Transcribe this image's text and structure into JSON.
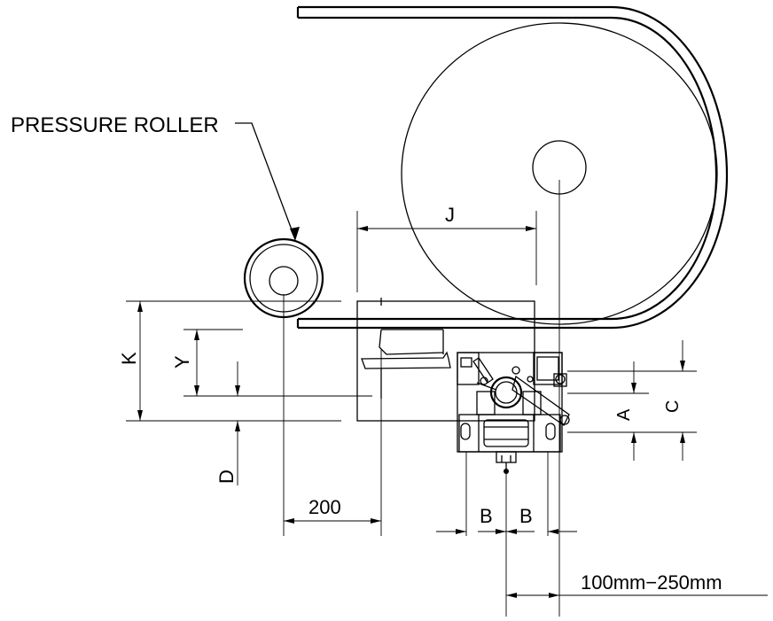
{
  "labels": {
    "pressure_roller": "PRESSURE ROLLER",
    "J": "J",
    "K": "K",
    "Y": "Y",
    "D": "D",
    "A": "A",
    "C": "C",
    "B_left": "B",
    "B_right": "B",
    "dim_200": "200",
    "range": "100mm−250mm"
  }
}
